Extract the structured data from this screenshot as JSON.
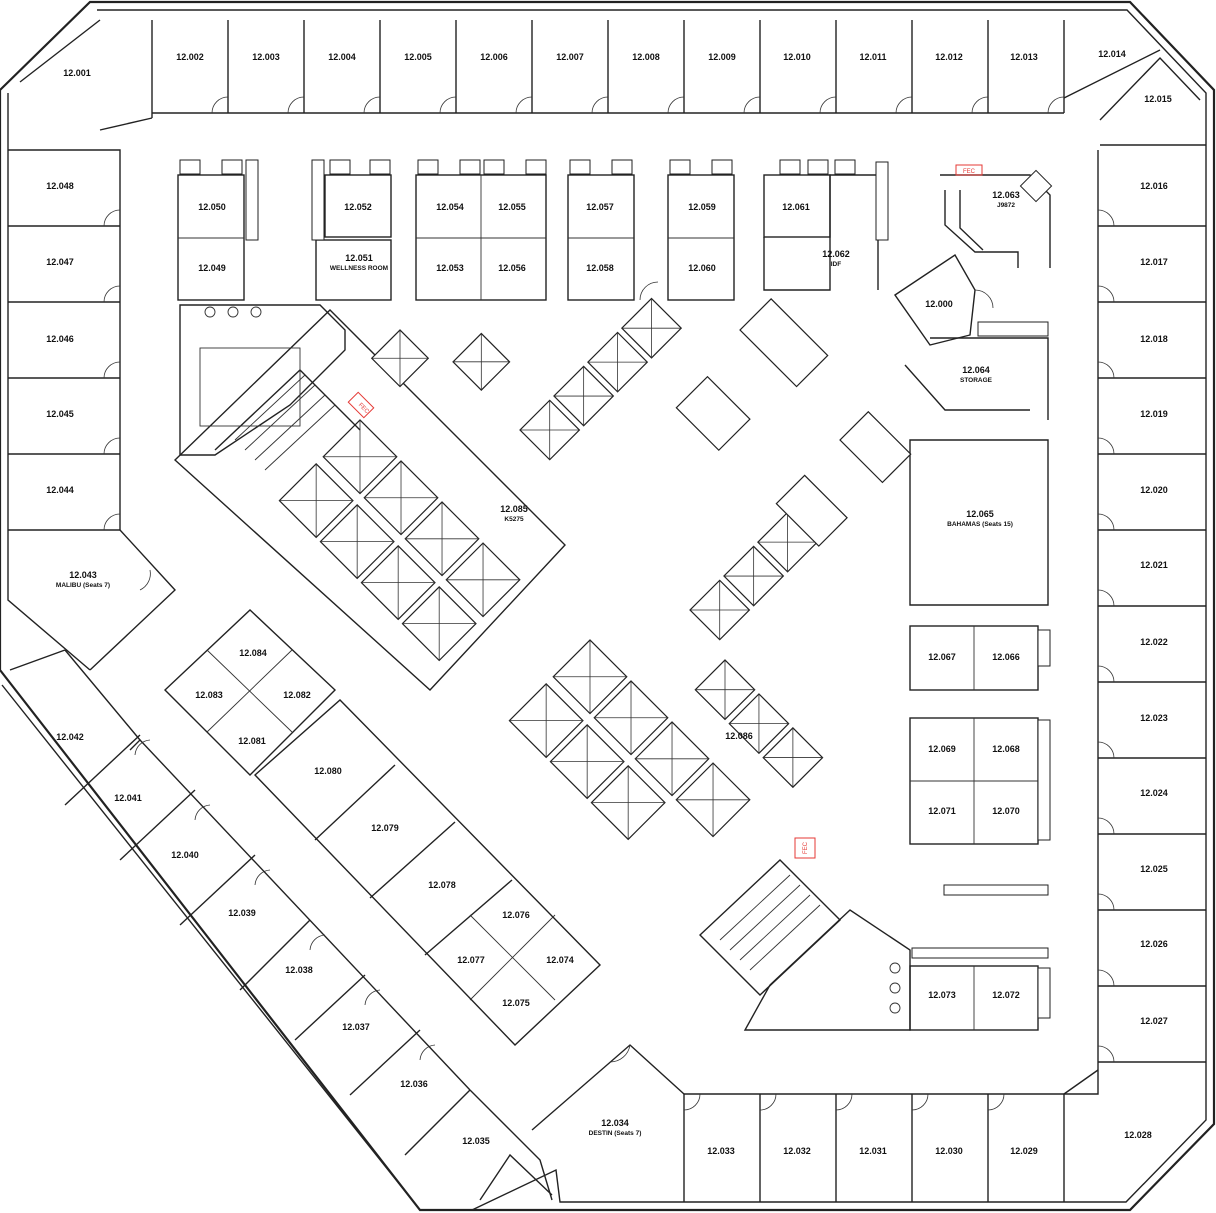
{
  "fire_extinguisher_label": "FEC",
  "rooms": [
    {
      "id": "12.001"
    },
    {
      "id": "12.002"
    },
    {
      "id": "12.003"
    },
    {
      "id": "12.004"
    },
    {
      "id": "12.005"
    },
    {
      "id": "12.006"
    },
    {
      "id": "12.007"
    },
    {
      "id": "12.008"
    },
    {
      "id": "12.009"
    },
    {
      "id": "12.010"
    },
    {
      "id": "12.011"
    },
    {
      "id": "12.012"
    },
    {
      "id": "12.013"
    },
    {
      "id": "12.014"
    },
    {
      "id": "12.015"
    },
    {
      "id": "12.016"
    },
    {
      "id": "12.017"
    },
    {
      "id": "12.018"
    },
    {
      "id": "12.019"
    },
    {
      "id": "12.020"
    },
    {
      "id": "12.021"
    },
    {
      "id": "12.022"
    },
    {
      "id": "12.023"
    },
    {
      "id": "12.024"
    },
    {
      "id": "12.025"
    },
    {
      "id": "12.026"
    },
    {
      "id": "12.027"
    },
    {
      "id": "12.028"
    },
    {
      "id": "12.029"
    },
    {
      "id": "12.030"
    },
    {
      "id": "12.031"
    },
    {
      "id": "12.032"
    },
    {
      "id": "12.033"
    },
    {
      "id": "12.034",
      "sub": "DESTIN (Seats 7)"
    },
    {
      "id": "12.035"
    },
    {
      "id": "12.036"
    },
    {
      "id": "12.037"
    },
    {
      "id": "12.038"
    },
    {
      "id": "12.039"
    },
    {
      "id": "12.040"
    },
    {
      "id": "12.041"
    },
    {
      "id": "12.042"
    },
    {
      "id": "12.043",
      "sub": "MALIBU (Seats 7)"
    },
    {
      "id": "12.044"
    },
    {
      "id": "12.045"
    },
    {
      "id": "12.046"
    },
    {
      "id": "12.047"
    },
    {
      "id": "12.048"
    },
    {
      "id": "12.049"
    },
    {
      "id": "12.050"
    },
    {
      "id": "12.051",
      "sub": "WELLNESS ROOM"
    },
    {
      "id": "12.052"
    },
    {
      "id": "12.053"
    },
    {
      "id": "12.054"
    },
    {
      "id": "12.055"
    },
    {
      "id": "12.056"
    },
    {
      "id": "12.057"
    },
    {
      "id": "12.058"
    },
    {
      "id": "12.059"
    },
    {
      "id": "12.060"
    },
    {
      "id": "12.061"
    },
    {
      "id": "12.062",
      "sub": "IDF"
    },
    {
      "id": "12.063",
      "sub": "J9872"
    },
    {
      "id": "12.000"
    },
    {
      "id": "12.064",
      "sub": "STORAGE"
    },
    {
      "id": "12.065",
      "sub": "BAHAMAS (Seats 15)"
    },
    {
      "id": "12.066"
    },
    {
      "id": "12.067"
    },
    {
      "id": "12.068"
    },
    {
      "id": "12.069"
    },
    {
      "id": "12.070"
    },
    {
      "id": "12.071"
    },
    {
      "id": "12.072"
    },
    {
      "id": "12.073"
    },
    {
      "id": "12.074"
    },
    {
      "id": "12.075"
    },
    {
      "id": "12.076"
    },
    {
      "id": "12.077"
    },
    {
      "id": "12.078"
    },
    {
      "id": "12.079"
    },
    {
      "id": "12.080"
    },
    {
      "id": "12.081"
    },
    {
      "id": "12.082"
    },
    {
      "id": "12.083"
    },
    {
      "id": "12.084"
    },
    {
      "id": "12.085",
      "sub": "K5275"
    },
    {
      "id": "12.086"
    }
  ]
}
